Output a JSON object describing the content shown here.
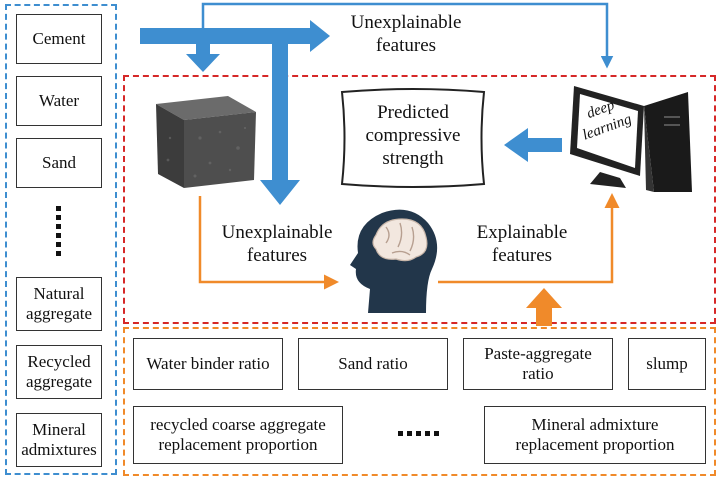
{
  "inputs": [
    {
      "label": "Cement"
    },
    {
      "label": "Water"
    },
    {
      "label": "Sand"
    },
    {
      "label": "Natural\naggregate"
    },
    {
      "label": "Recycled\naggregate"
    },
    {
      "label": "Mineral\nadmixtures"
    }
  ],
  "top_label": "Unexplainable\nfeatures",
  "inner_label": "Unexplainable\nfeatures",
  "explain_label": "Explainable\nfeatures",
  "predicted": "Predicted\ncompressive\nstrength",
  "screen_text": "deep\nlearning",
  "features": [
    {
      "label": "Water binder ratio"
    },
    {
      "label": "Sand ratio"
    },
    {
      "label": "Paste-aggregate\nratio"
    },
    {
      "label": "slump"
    },
    {
      "label": "recycled coarse aggregate\nreplacement proportion"
    },
    {
      "label": "Mineral admixture\nreplacement proportion"
    }
  ],
  "colors": {
    "blue": "#3e8ed0",
    "orange": "#f08a2a",
    "red": "#d62828",
    "box_border": "#333333"
  },
  "icons": [
    "concrete-cube-icon",
    "human-head-brain-icon",
    "desktop-computer-icon"
  ]
}
